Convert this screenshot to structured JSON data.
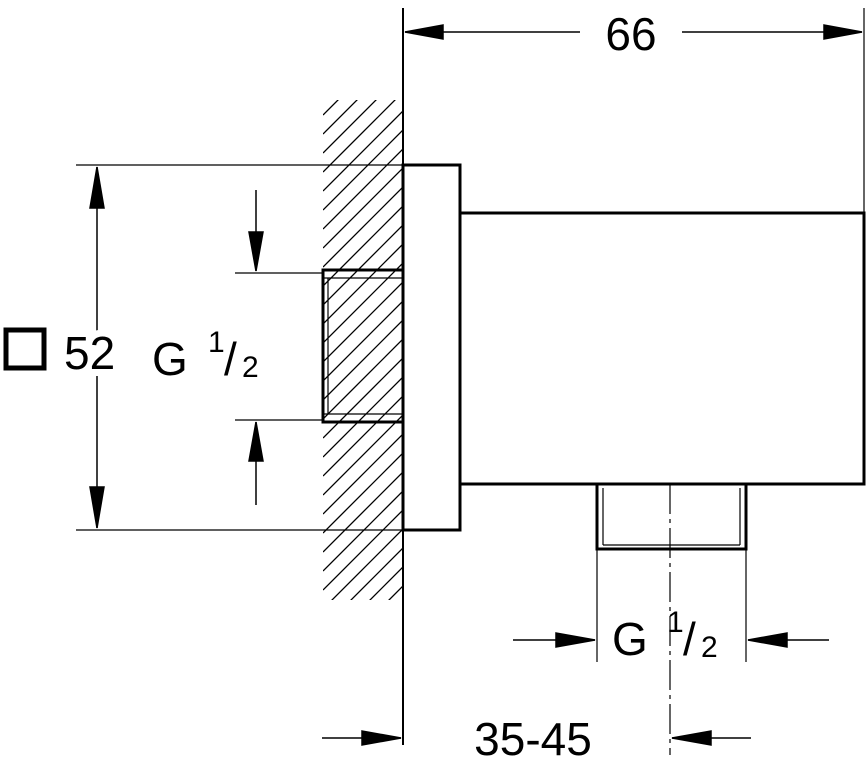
{
  "dimensions": {
    "overall_depth": "66",
    "square_size_symbol": "□",
    "square_size": "52",
    "wall_thread": {
      "base": "G",
      "num": "1",
      "slash": "/",
      "den": "2"
    },
    "outlet_thread": {
      "base": "G",
      "num": "1",
      "slash": "/",
      "den": "2"
    },
    "outlet_position": "35-45"
  },
  "colors": {
    "line": "#000000",
    "background": "#ffffff"
  }
}
